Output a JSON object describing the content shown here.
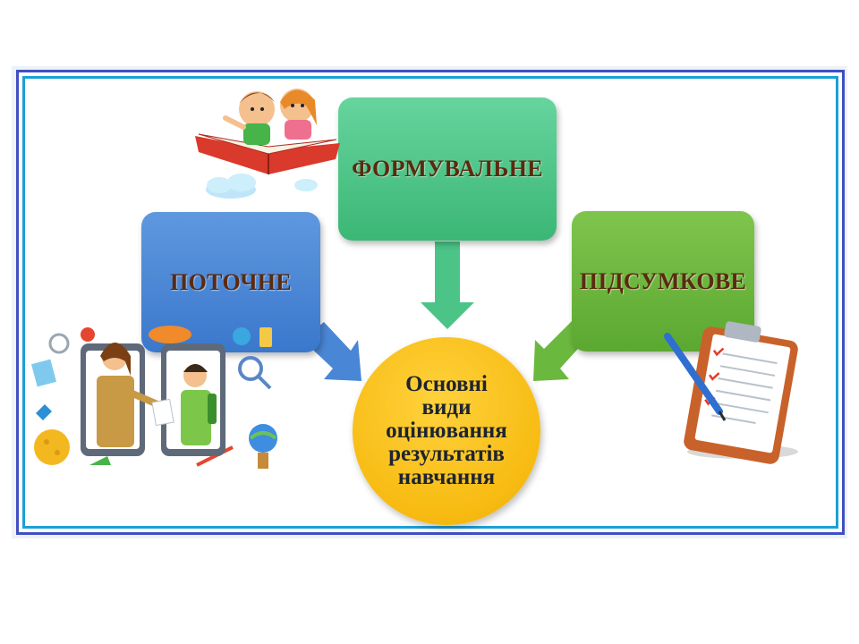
{
  "diagram": {
    "top_box": {
      "label": "ФОРМУВАЛЬНЕ",
      "color": "#4cc487"
    },
    "left_box": {
      "label": "ПОТОЧНЕ",
      "color": "#4a86d6"
    },
    "right_box": {
      "label": "ПІДСУМКОВЕ",
      "color": "#6bb83e"
    },
    "center": {
      "lines": [
        "Основні",
        "види",
        "оцінювання",
        "результатів",
        "навчання"
      ],
      "color": "#f7bb12"
    }
  },
  "illustrations": {
    "top_left": "kids-flying-book-icon",
    "bottom_left": "teacher-student-tablets-icon",
    "bottom_right": "clipboard-pen-icon"
  }
}
